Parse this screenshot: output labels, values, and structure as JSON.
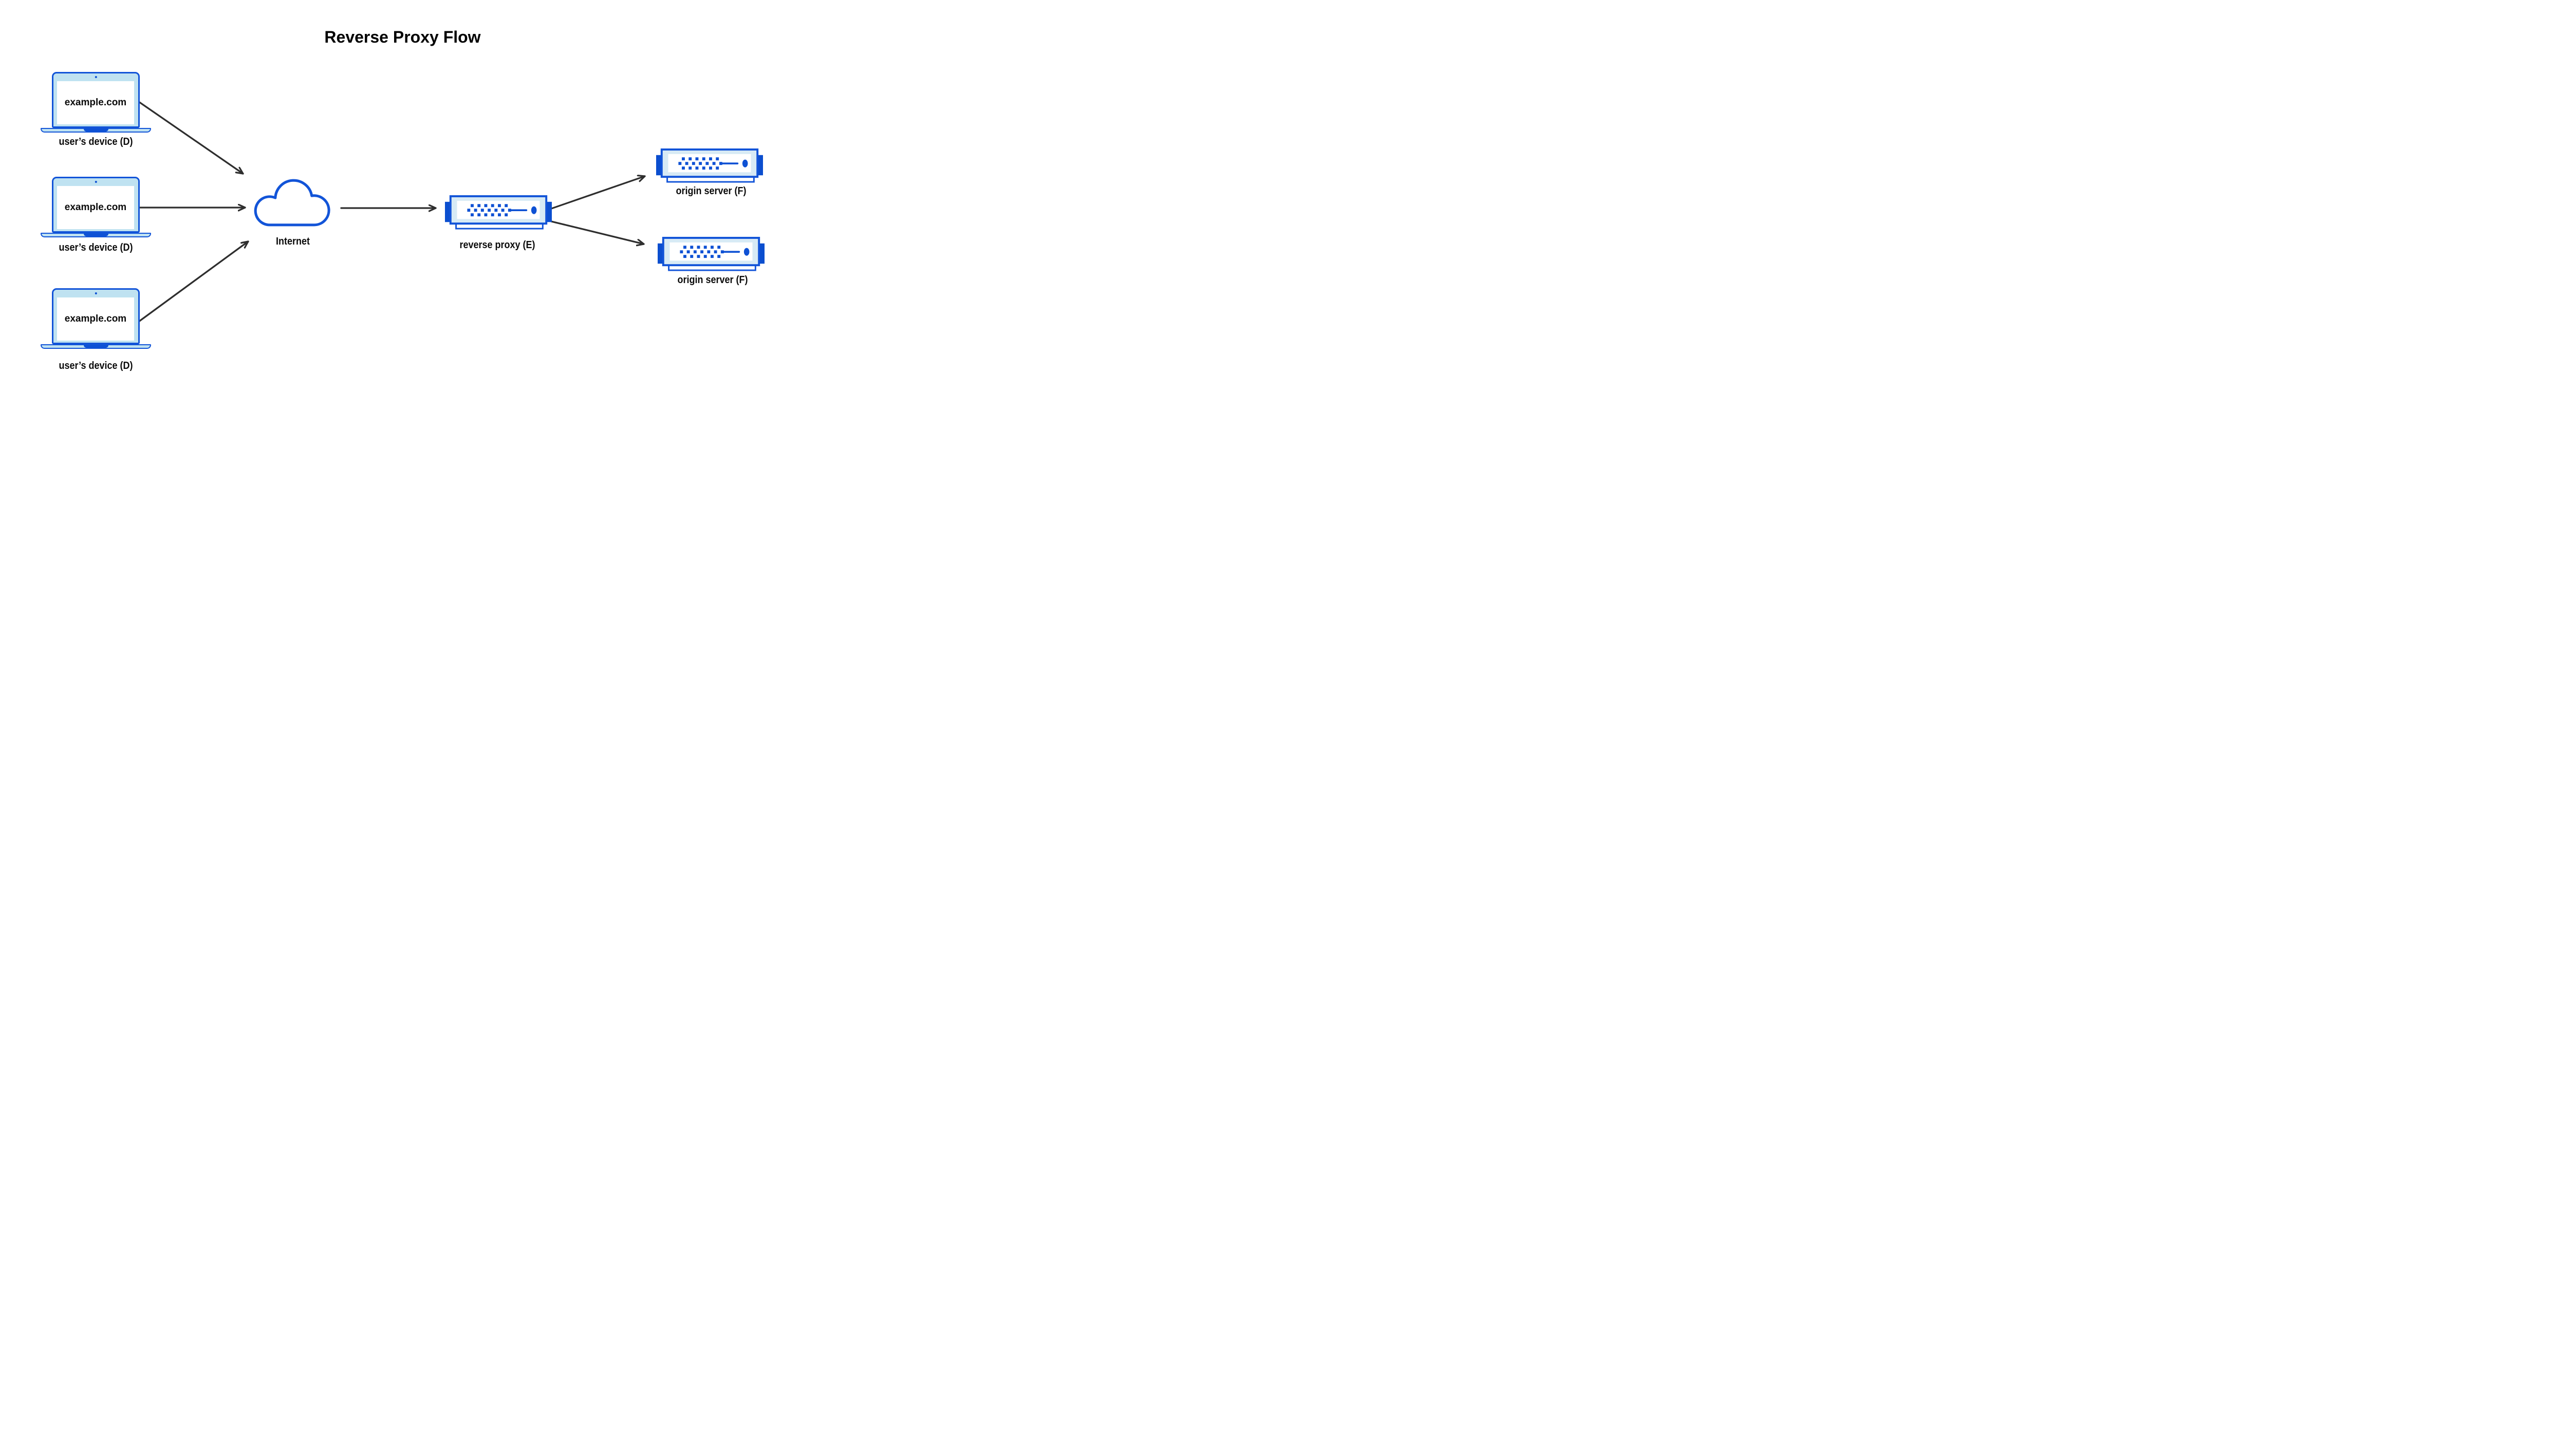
{
  "title": "Reverse Proxy Flow",
  "nodes": {
    "devices": [
      {
        "screen_text": "example.com",
        "label": "user’s device (D)"
      },
      {
        "screen_text": "example.com",
        "label": "user’s device (D)"
      },
      {
        "screen_text": "example.com",
        "label": "user’s device (D)"
      }
    ],
    "internet": {
      "label": "Internet"
    },
    "reverse_proxy": {
      "label": "reverse proxy (E)"
    },
    "origin_servers": [
      {
        "label": "origin server (F)"
      },
      {
        "label": "origin server (F)"
      }
    ]
  },
  "edges": [
    {
      "from": "user's device (D) 1",
      "to": "Internet"
    },
    {
      "from": "user's device (D) 2",
      "to": "Internet"
    },
    {
      "from": "user's device (D) 3",
      "to": "Internet"
    },
    {
      "from": "Internet",
      "to": "reverse proxy (E)"
    },
    {
      "from": "reverse proxy (E)",
      "to": "origin server (F) 1"
    },
    {
      "from": "reverse proxy (E)",
      "to": "origin server (F) 2"
    }
  ],
  "colors": {
    "stroke_blue": "#1254d8",
    "dark_tab_blue": "#0b4ecf",
    "accent_blue": "#0e51d4",
    "laptop_fill": "#bfe2f1",
    "server_fill": "#d7eaf5",
    "arrow": "#2e2e2e",
    "text": "#0b0b0b"
  },
  "icons": {
    "device": "laptop-icon",
    "internet": "cloud-icon",
    "server": "server-icon",
    "connector": "arrow-icon"
  }
}
